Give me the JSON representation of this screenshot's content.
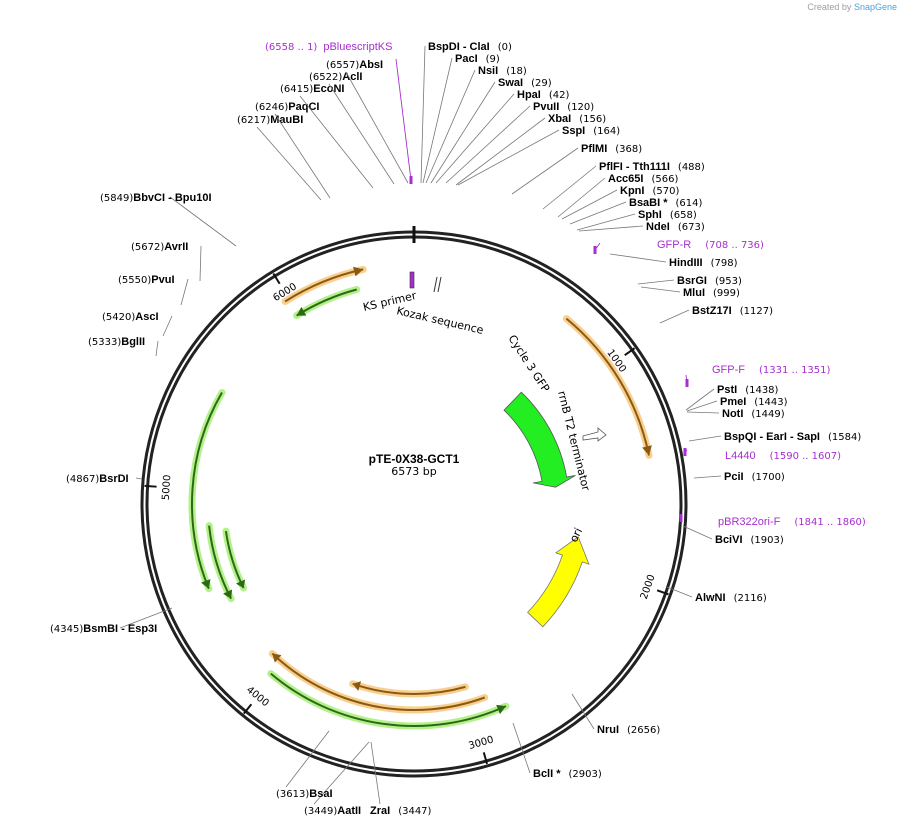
{
  "credit": {
    "prefix": "Created by",
    "brand": "SnapGene"
  },
  "plasmid": {
    "name": "pTE-0X38-GCT1",
    "length": 6573,
    "length_label": "6573 bp"
  },
  "ticks": [
    {
      "pos": 1000,
      "label": "1000"
    },
    {
      "pos": 2000,
      "label": "2000"
    },
    {
      "pos": 3000,
      "label": "3000"
    },
    {
      "pos": 4000,
      "label": "4000"
    },
    {
      "pos": 5000,
      "label": "5000"
    },
    {
      "pos": 6000,
      "label": "6000"
    }
  ],
  "enzymes": [
    {
      "name": "BspDI",
      "sep": "-",
      "name2": "ClaI",
      "pos_label": "(0)",
      "pos": 0
    },
    {
      "name": "PacI",
      "pos_label": "(9)",
      "pos": 9
    },
    {
      "name": "NsiI",
      "pos_label": "(18)",
      "pos": 18
    },
    {
      "name": "SwaI",
      "pos_label": "(29)",
      "pos": 29
    },
    {
      "name": "HpaI",
      "pos_label": "(42)",
      "pos": 42
    },
    {
      "name": "PvuII",
      "pos_label": "(120)",
      "pos": 120
    },
    {
      "name": "XbaI",
      "pos_label": "(156)",
      "pos": 156
    },
    {
      "name": "SspI",
      "pos_label": "(164)",
      "pos": 164
    },
    {
      "name": "PflMI",
      "pos_label": "(368)",
      "pos": 368
    },
    {
      "name": "PflFI",
      "sep": "-",
      "name2": "Tth111I",
      "pos_label": "(488)",
      "pos": 488
    },
    {
      "name": "Acc65I",
      "pos_label": "(566)",
      "pos": 566
    },
    {
      "name": "KpnI",
      "pos_label": "(570)",
      "pos": 570
    },
    {
      "name": "BsaBI",
      "star": "*",
      "pos_label": "(614)",
      "pos": 614
    },
    {
      "name": "SphI",
      "pos_label": "(658)",
      "pos": 658
    },
    {
      "name": "NdeI",
      "pos_label": "(673)",
      "pos": 673
    },
    {
      "name": "HindIII",
      "pos_label": "(798)",
      "pos": 798
    },
    {
      "name": "BsrGI",
      "pos_label": "(953)",
      "pos": 953
    },
    {
      "name": "MluI",
      "pos_label": "(999)",
      "pos": 999
    },
    {
      "name": "BstZ17I",
      "pos_label": "(1127)",
      "pos": 1127
    },
    {
      "name": "PstI",
      "pos_label": "(1438)",
      "pos": 1438
    },
    {
      "name": "PmeI",
      "pos_label": "(1443)",
      "pos": 1443
    },
    {
      "name": "NotI",
      "pos_label": "(1449)",
      "pos": 1449
    },
    {
      "name": "BspQI",
      "sep": "-",
      "name2": "EarI",
      "sep2": "-",
      "name3": "SapI",
      "pos_label": "(1584)",
      "pos": 1584
    },
    {
      "name": "PciI",
      "pos_label": "(1700)",
      "pos": 1700
    },
    {
      "name": "BciVI",
      "pos_label": "(1903)",
      "pos": 1903
    },
    {
      "name": "AlwNI",
      "pos_label": "(2116)",
      "pos": 2116
    },
    {
      "name": "NruI",
      "pos_label": "(2656)",
      "pos": 2656
    },
    {
      "name": "BclI",
      "star": "*",
      "pos_label": "(2903)",
      "pos": 2903
    },
    {
      "name": "ZraI",
      "pos_label": "(3447)",
      "pos": 3447
    },
    {
      "name": "AatII",
      "pos_label": "(3449)",
      "pos": 3449
    },
    {
      "name": "BsaI",
      "pos_label": "(3613)",
      "pos": 3613
    },
    {
      "name": "BsmBI",
      "sep": "-",
      "name2": "Esp3I",
      "pos_label": "(4345)",
      "pos": 4345
    },
    {
      "name": "BsrDI",
      "pos_label": "(4867)",
      "pos": 4867
    },
    {
      "name": "BglII",
      "pos_label": "(5333)",
      "pos": 5333
    },
    {
      "name": "AscI",
      "pos_label": "(5420)",
      "pos": 5420
    },
    {
      "name": "PvuI",
      "pos_label": "(5550)",
      "pos": 5550
    },
    {
      "name": "AvrII",
      "pos_label": "(5672)",
      "pos": 5672
    },
    {
      "name": "BbvCI",
      "sep": "-",
      "name2": "Bpu10I",
      "pos_label": "(5849)",
      "pos": 5849
    },
    {
      "name": "MauBI",
      "pos_label": "(6217)",
      "pos": 6217
    },
    {
      "name": "PaqCI",
      "pos_label": "(6246)",
      "pos": 6246
    },
    {
      "name": "EcoNI",
      "pos_label": "(6415)",
      "pos": 6415
    },
    {
      "name": "AclI",
      "pos_label": "(6522)",
      "pos": 6522
    },
    {
      "name": "AbsI",
      "pos_label": "(6557)",
      "pos": 6557
    }
  ],
  "primers": [
    {
      "name": "pBluescriptKS",
      "range": "(6558 .. 1)",
      "start": 6558,
      "end": 1
    },
    {
      "name": "GFP-R",
      "range": "(708 .. 736)",
      "start": 708,
      "end": 736
    },
    {
      "name": "GFP-F",
      "range": "(1331 .. 1351)",
      "start": 1331,
      "end": 1351
    },
    {
      "name": "L4440",
      "range": "(1590 .. 1607)",
      "start": 1590,
      "end": 1607
    },
    {
      "name": "pBR322ori-F",
      "range": "(1841 .. 1860)",
      "start": 1841,
      "end": 1860
    }
  ],
  "features": [
    {
      "name": "KS primer",
      "type": "primer_bind",
      "start": 6550,
      "end": 10,
      "color": "#a72ed0"
    },
    {
      "name": "Kozak sequence",
      "type": "regulatory",
      "start": 0,
      "end": 10,
      "color": "#ffffff"
    },
    {
      "name": "Cycle 3 GFP",
      "type": "CDS",
      "start": 800,
      "end": 1520,
      "color": "#22ee22"
    },
    {
      "name": "rrnB T2 terminator",
      "type": "terminator",
      "start": 1620,
      "end": 1650,
      "color": "#ffffff"
    },
    {
      "name": "ori",
      "type": "rep_origin",
      "start": 2440,
      "end": 1850,
      "color": "#ffff00"
    }
  ],
  "inner_arrows": [
    {
      "start": 5980,
      "end": 6350,
      "lane": 1,
      "kind": "orange"
    },
    {
      "start": 6300,
      "end": 5990,
      "lane": 2,
      "kind": "green"
    },
    {
      "start": 720,
      "end": 1430,
      "lane": 1,
      "kind": "orange"
    },
    {
      "start": 4820,
      "end": 4430,
      "lane": 3,
      "kind": "green"
    },
    {
      "start": 4780,
      "end": 4450,
      "lane": 4,
      "kind": "green"
    },
    {
      "start": 5480,
      "end": 4520,
      "lane": 5,
      "kind": "green"
    },
    {
      "start": 4020,
      "end": 2840,
      "lane": 2,
      "kind": "green"
    },
    {
      "start": 2920,
      "end": 4080,
      "lane": 3,
      "kind": "orange"
    },
    {
      "start": 3000,
      "end": 3630,
      "lane": 4,
      "kind": "orange"
    }
  ]
}
